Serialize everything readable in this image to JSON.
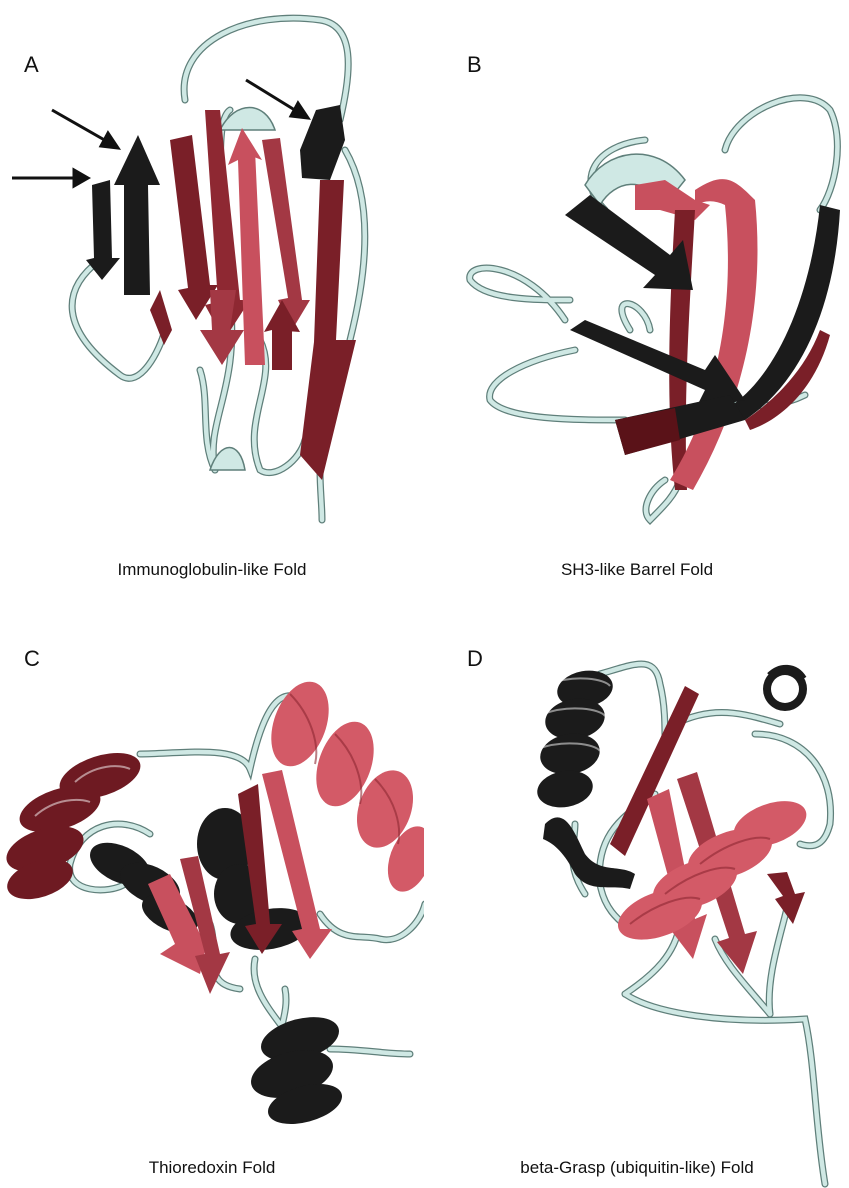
{
  "colors": {
    "coil": "#cfe8e4",
    "coil_outline": "#5f7f7a",
    "strand_dark": "#1b1b1b",
    "strand_maroon": "#7a1f28",
    "strand_red": "#c8505e",
    "helix_maroon": "#6e1a22",
    "helix_red": "#d35a67"
  },
  "panels": [
    {
      "letter": "A",
      "caption": "Immunoglobulin-like Fold"
    },
    {
      "letter": "B",
      "caption": "SH3-like Barrel Fold"
    },
    {
      "letter": "C",
      "caption": "Thioredoxin Fold"
    },
    {
      "letter": "D",
      "caption": "beta-Grasp (ubiquitin-like) Fold"
    }
  ]
}
